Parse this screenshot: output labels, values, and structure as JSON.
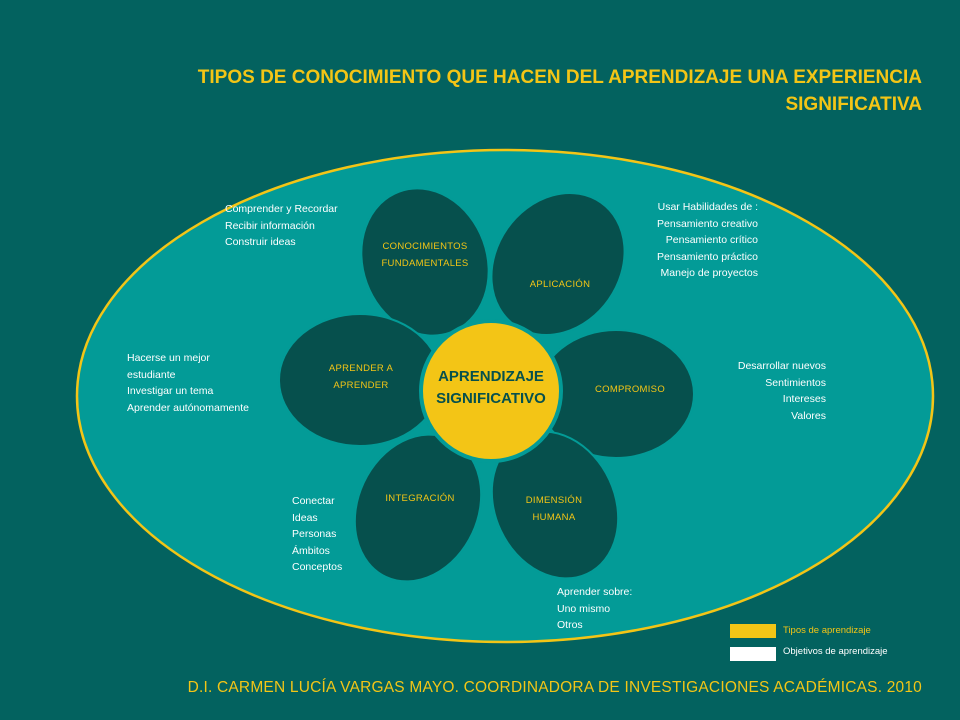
{
  "title": "TIPOS DE CONOCIMIENTO QUE HACEN DEL APRENDIZAJE UNA EXPERIENCIA SIGNIFICATIVA",
  "center": {
    "line1": "APRENDIZAJE",
    "line2": "SIGNIFICATIVO"
  },
  "petals": {
    "conocimientos": {
      "line1": "CONOCIMIENTOS",
      "line2": "FUNDAMENTALES"
    },
    "aplicacion": {
      "line1": "APLICACIÓN"
    },
    "compromiso": {
      "line1": "COMPROMISO"
    },
    "dimension": {
      "line1": "DIMENSIÓN",
      "line2": "HUMANA"
    },
    "integracion": {
      "line1": "INTEGRACIÓN"
    },
    "aprender": {
      "line1": "APRENDER A",
      "line2": "APRENDER"
    }
  },
  "objectives": {
    "conocimientos": [
      "Comprender y Recordar",
      "Recibir información",
      "Construir ideas"
    ],
    "aplicacion": [
      "Usar Habilidades de :",
      "Pensamiento creativo",
      "Pensamiento crítico",
      "Pensamiento práctico",
      "Manejo de proyectos"
    ],
    "compromiso": [
      "Desarrollar nuevos",
      "Sentimientos",
      "Intereses",
      "Valores"
    ],
    "dimension": [
      "Aprender sobre:",
      "Uno mismo",
      "Otros"
    ],
    "integracion": [
      "Conectar",
      "Ideas",
      "Personas",
      "Ámbitos",
      "Conceptos"
    ],
    "aprender": [
      "Hacerse un mejor",
      "estudiante",
      "Investigar un tema",
      "Aprender autónomamente"
    ]
  },
  "legend": {
    "types": "Tipos de aprendizaje",
    "objectives": "Objetivos de aprendizaje"
  },
  "footer": "D.I. CARMEN LUCÍA VARGAS MAYO. COORDINADORA DE INVESTIGACIONES ACADÉMICAS. 2010",
  "colors": {
    "background": "#03625f",
    "ellipse": "#039b97",
    "petal": "#06504d",
    "yellow": "#f3c516",
    "white": "#ffffff"
  }
}
